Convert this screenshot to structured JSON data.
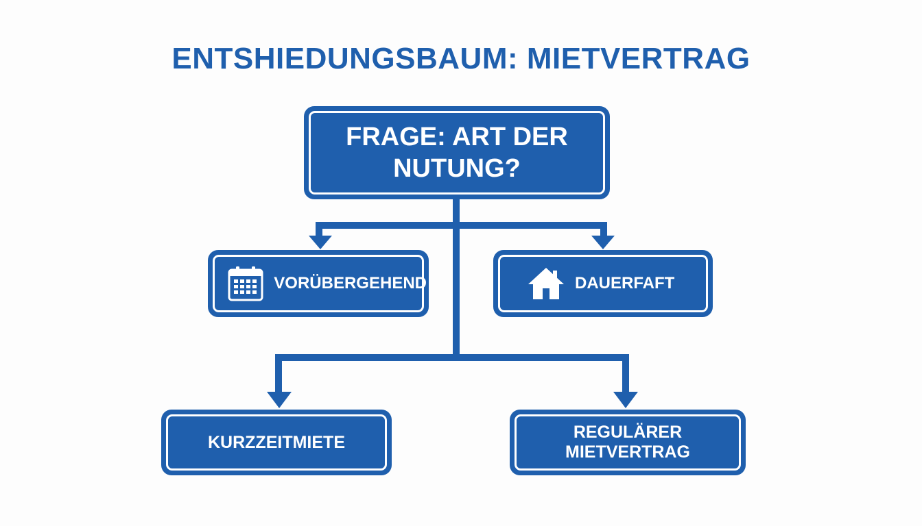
{
  "title": "ENTSHIEDUNGSBAUM: MIETVERTRAG",
  "colors": {
    "primary": "#1f5fad",
    "background": "#fdfdfd",
    "text_on_primary": "#ffffff"
  },
  "nodes": {
    "root": {
      "label": "FRAGE: ART DER NUTUNG?"
    },
    "temporary": {
      "label": "VORÜBERGEHEND",
      "icon": "calendar-icon"
    },
    "permanent": {
      "label": "DAUERFAFT",
      "icon": "house-icon"
    },
    "short_term": {
      "label": "KURZZEITMIETE"
    },
    "regular": {
      "label": "REGULÄRER MIETVERTRAG"
    }
  }
}
